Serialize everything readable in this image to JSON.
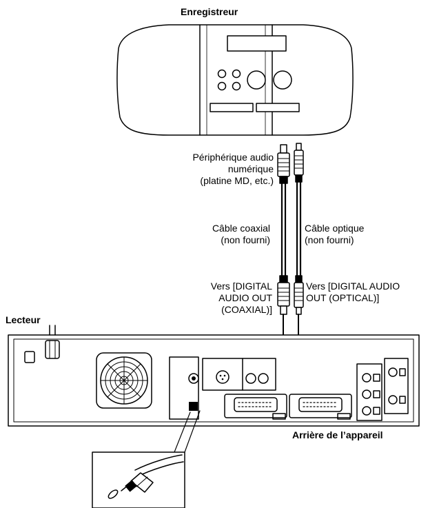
{
  "labels": {
    "recorder": "Enregistreur",
    "device": [
      "Périphérique audio",
      "numérique",
      "(platine MD, etc.)"
    ],
    "coax_cable": [
      "Câble coaxial",
      "(non fourni)"
    ],
    "optical_cable": [
      "Câble optique",
      "(non fourni)"
    ],
    "to_coaxial": [
      "Vers [DIGITAL",
      "AUDIO OUT",
      "(COAXIAL)]"
    ],
    "to_optical": [
      "Vers [DIGITAL AUDIO",
      "OUT (OPTICAL)]"
    ],
    "player": "Lecteur",
    "rear": "Arrière de l’appareil"
  }
}
